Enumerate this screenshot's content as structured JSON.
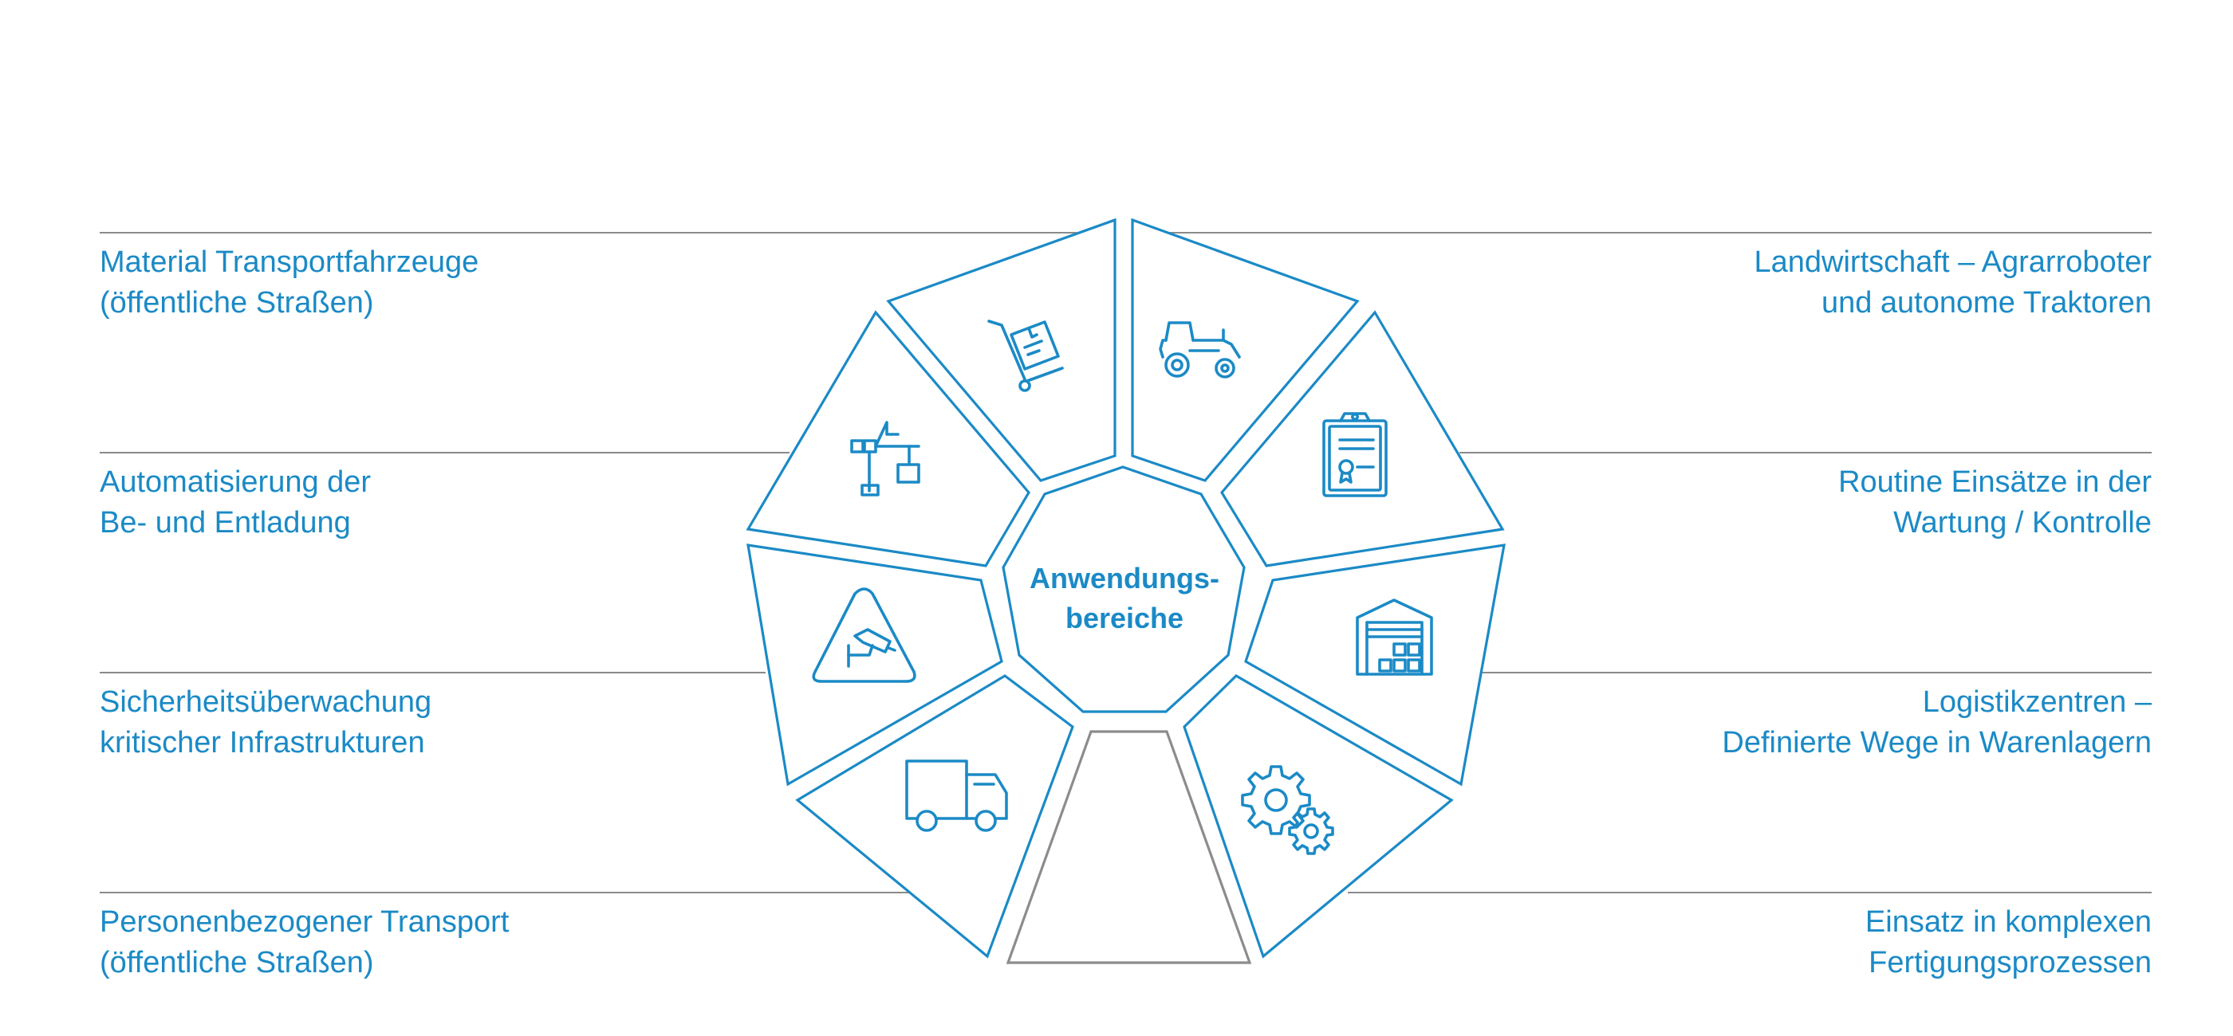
{
  "diagram": {
    "center": [
      "Anwendungs-",
      "bereiche"
    ],
    "left_labels": [
      [
        "Material Transportfahrzeuge",
        "(öffentliche Straßen)"
      ],
      [
        "Automatisierung der",
        "Be- und Entladung"
      ],
      [
        "Sicherheitsüberwachung",
        "kritischer Infrastrukturen"
      ],
      [
        "Personenbezogener Transport",
        "(öffentliche Straßen)"
      ]
    ],
    "right_labels": [
      [
        "Landwirtschaft – Agrarroboter",
        "und autonome Traktoren"
      ],
      [
        "Routine Einsätze in der",
        "Wartung / Kontrolle"
      ],
      [
        "Logistikzentren –",
        "Definierte Wege in Warenlagern"
      ],
      [
        "Einsatz in komplexen",
        "Fertigungsprozessen"
      ]
    ],
    "icons": [
      "hand-truck-icon",
      "tractor-icon",
      "clipboard-certificate-icon",
      "warehouse-icon",
      "gears-icon",
      "delivery-truck-icon",
      "security-camera-warning-icon",
      "crane-icon"
    ],
    "colors": {
      "accent": "#1b8ac6",
      "lines": "#8a8a8a",
      "empty_segment": "#8c8c8c"
    }
  }
}
